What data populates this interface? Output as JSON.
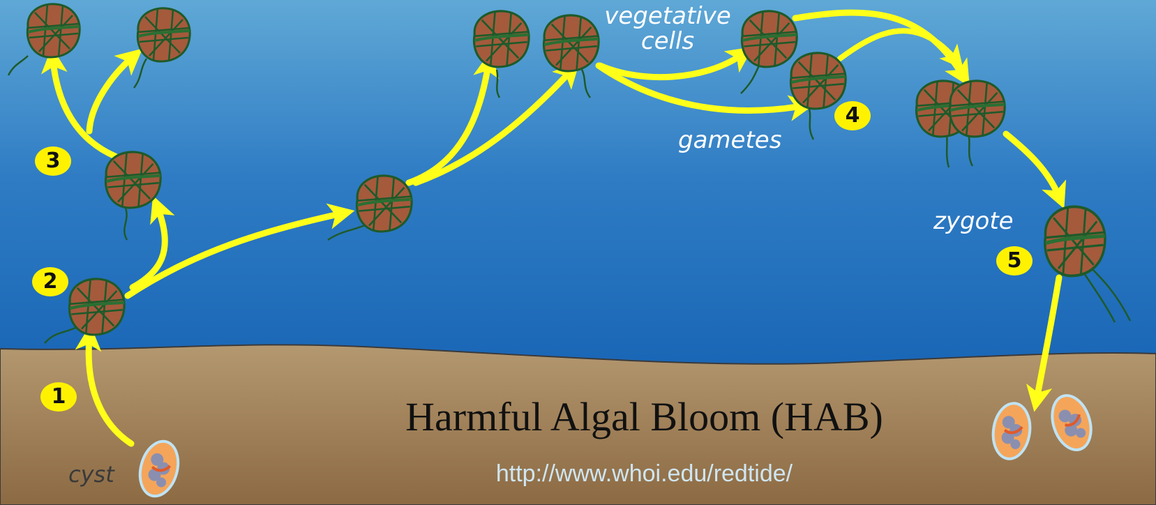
{
  "diagram": {
    "labels": {
      "vegetative": "vegetative\ncells",
      "gametes": "gametes",
      "zygote": "zygote",
      "cyst": "cyst"
    },
    "steps": [
      "1",
      "2",
      "3",
      "4",
      "5"
    ],
    "title": "Harmful Algal Bloom (HAB)",
    "url": "http://www.whoi.edu/redtide/",
    "colors": {
      "water_top": "#5fa8d6",
      "water_bottom": "#0a56ac",
      "sediment_top": "#b49870",
      "sediment_bottom": "#8c6a43",
      "arrow": "#ffff1a",
      "cell_fill": "#a55a3c",
      "cell_outline": "#1e5a2a",
      "cyst_fill": "#f4a55a"
    }
  }
}
